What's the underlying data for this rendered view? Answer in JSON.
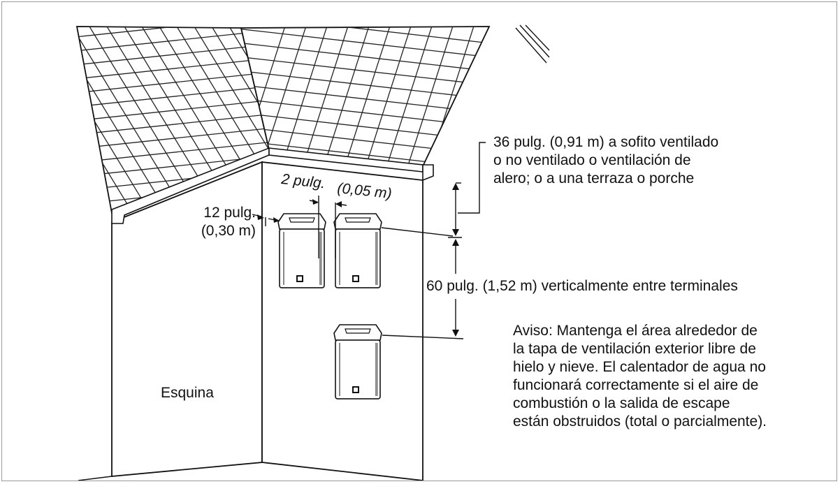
{
  "labels": {
    "clearance_soffit": [
      "36 pulg. (0,91 m) a sofito ventilado",
      "o no ventilado o ventilación de",
      "alero; o a una terraza o porche"
    ],
    "spacing_between_prefix": "2 pulg.",
    "spacing_between_value": "(0,05 m)",
    "corner_distance": [
      "12 pulg.",
      "(0,30 m)"
    ],
    "vertical_between": "60 pulg. (1,52 m) verticalmente entre terminales",
    "notice": [
      "Aviso: Mantenga el área alrededor de",
      "la tapa de ventilación exterior libre de",
      "hielo y nieve. El calentador de agua no",
      "funcionará correctamente si el aire de",
      "combustión o la salida de escape",
      "están obstruidos (total o parcialmente)."
    ],
    "corner": "Esquina"
  },
  "icons": [
    "vent-terminal-icon",
    "roof-shingles",
    "wall-corner"
  ],
  "colors": {
    "line": "#111111",
    "frame": "#9a9a9a",
    "background": "#ffffff"
  }
}
